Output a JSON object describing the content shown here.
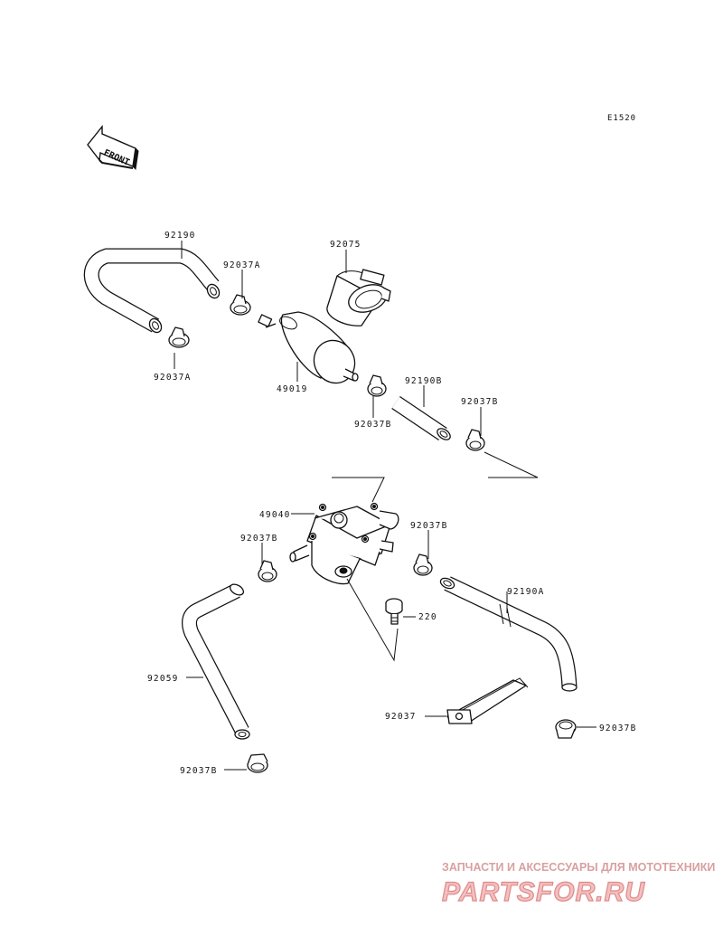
{
  "diagram": {
    "code": "E1520",
    "front_label": "FRONT",
    "parts": [
      {
        "id": "hose-upper-bent",
        "number": "92190"
      },
      {
        "id": "clamp-upper-a",
        "number": "92037A"
      },
      {
        "id": "clamp-lower-a",
        "number": "92037A"
      },
      {
        "id": "holder",
        "number": "92075"
      },
      {
        "id": "fuel-filter",
        "number": "49019"
      },
      {
        "id": "hose-straight",
        "number": "92190B"
      },
      {
        "id": "clamp-b-center",
        "number": "92037B"
      },
      {
        "id": "clamp-b-right",
        "number": "92037B"
      },
      {
        "id": "fuel-pump",
        "number": "49040"
      },
      {
        "id": "clamp-b-pump-right",
        "number": "92037B"
      },
      {
        "id": "clamp-b-pump-left",
        "number": "92037B"
      },
      {
        "id": "hose-right",
        "number": "92190A"
      },
      {
        "id": "bolt",
        "number": "220"
      },
      {
        "id": "hose-left",
        "number": "92059"
      },
      {
        "id": "strap",
        "number": "92037"
      },
      {
        "id": "clamp-b-bottom-right",
        "number": "92037B"
      },
      {
        "id": "clamp-b-bottom-left",
        "number": "92037B"
      }
    ]
  },
  "watermark": {
    "tagline": "ЗАПЧАСТИ И АКСЕССУАРЫ ДЛЯ МОТОТЕХНИКИ",
    "brand": "PARTSFOR.RU"
  }
}
